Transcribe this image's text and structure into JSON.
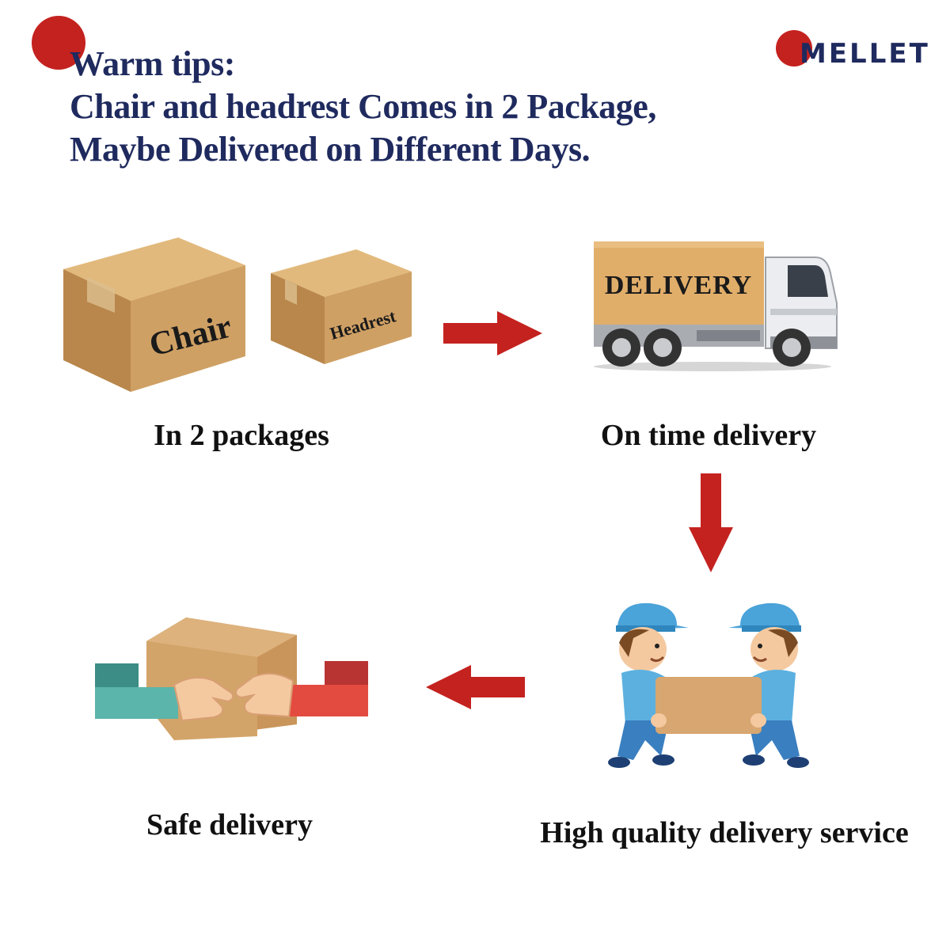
{
  "header": {
    "lines": [
      "Warm tips:",
      "Chair and headrest Comes in 2 Package,",
      "Maybe Delivered on Different Days."
    ]
  },
  "brand": {
    "name": "MELLET",
    "color": "#1f2a5e",
    "accent": "#c4221f"
  },
  "steps": [
    {
      "caption": "In 2 packages",
      "box_labels": [
        "Chair",
        "Headrest"
      ]
    },
    {
      "caption": "On time delivery",
      "truck_label": "DELIVERY"
    },
    {
      "caption": "High quality delivery service"
    },
    {
      "caption": "Safe delivery"
    }
  ],
  "icons": [
    "cardboard-box-icon",
    "delivery-truck-icon",
    "delivery-workers-icon",
    "handover-package-icon",
    "arrow-right-icon",
    "arrow-down-icon",
    "arrow-left-icon"
  ]
}
